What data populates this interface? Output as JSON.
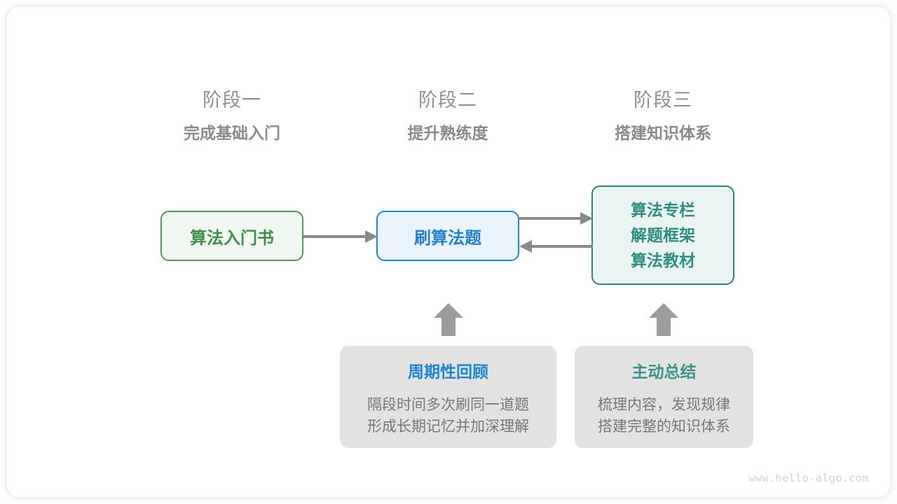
{
  "stages": [
    {
      "number": "阶段一",
      "title": "完成基础入门"
    },
    {
      "number": "阶段二",
      "title": "提升熟练度"
    },
    {
      "number": "阶段三",
      "title": "搭建知识体系"
    }
  ],
  "nodes": {
    "book": {
      "label": "算法入门书",
      "border_color": "#4e9a56",
      "fill_color": "#f0f7f0",
      "text_color": "#3f8f4b"
    },
    "practice": {
      "label": "刷算法题",
      "border_color": "#1f87d8",
      "fill_color": "#e9f4fd",
      "text_color": "#2380ce"
    },
    "resources": {
      "line1": "算法专栏",
      "line2": "解题框架",
      "line3": "算法教材",
      "border_color": "#2d8279",
      "fill_color": "#eaf4f3",
      "text_color": "#2f8d81"
    }
  },
  "info_boxes": [
    {
      "title": "周期性回顾",
      "title_color": "#1f83cf",
      "line1": "隔段时间多次刷同一道题",
      "line2": "形成长期记忆并加深理解",
      "fill_color": "#e2e2e2"
    },
    {
      "title": "主动总结",
      "title_color": "#3c9488",
      "line1": "梳理内容，发现规律",
      "line2": "搭建完整的知识体系",
      "fill_color": "#e2e2e2"
    }
  ],
  "arrows": {
    "color": "#8a8a8a",
    "book_to_practice": "arrow-right",
    "practice_to_resources": "arrow-right",
    "resources_to_practice": "arrow-left",
    "review_up": "arrow-up",
    "summary_up": "arrow-up"
  },
  "watermark": "www.hello-algo.com"
}
